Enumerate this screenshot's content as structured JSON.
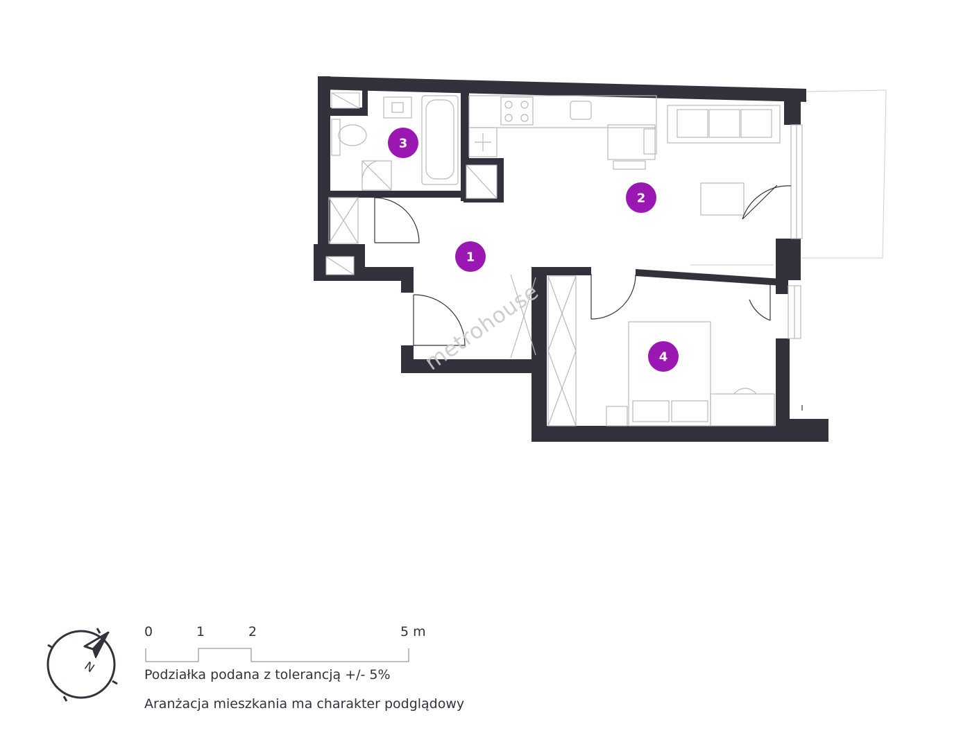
{
  "rooms": [
    {
      "id": "1",
      "label": "1"
    },
    {
      "id": "2",
      "label": "2"
    },
    {
      "id": "3",
      "label": "3"
    },
    {
      "id": "4",
      "label": "4"
    }
  ],
  "watermark": "metrohouse",
  "scale": {
    "ticks": [
      "0",
      "1",
      "2",
      "5 m"
    ]
  },
  "notes": {
    "tolerance": "Podziałka podana z tolerancją +/- 5%",
    "arrangement": "Aranżacja mieszkania ma charakter podglądowy"
  },
  "compass": {
    "letter": "N",
    "icon": "north-arrow-icon"
  },
  "colors": {
    "wall": "#33313b",
    "badge": "#9b17b2",
    "furniture": "#b9b8bd"
  }
}
